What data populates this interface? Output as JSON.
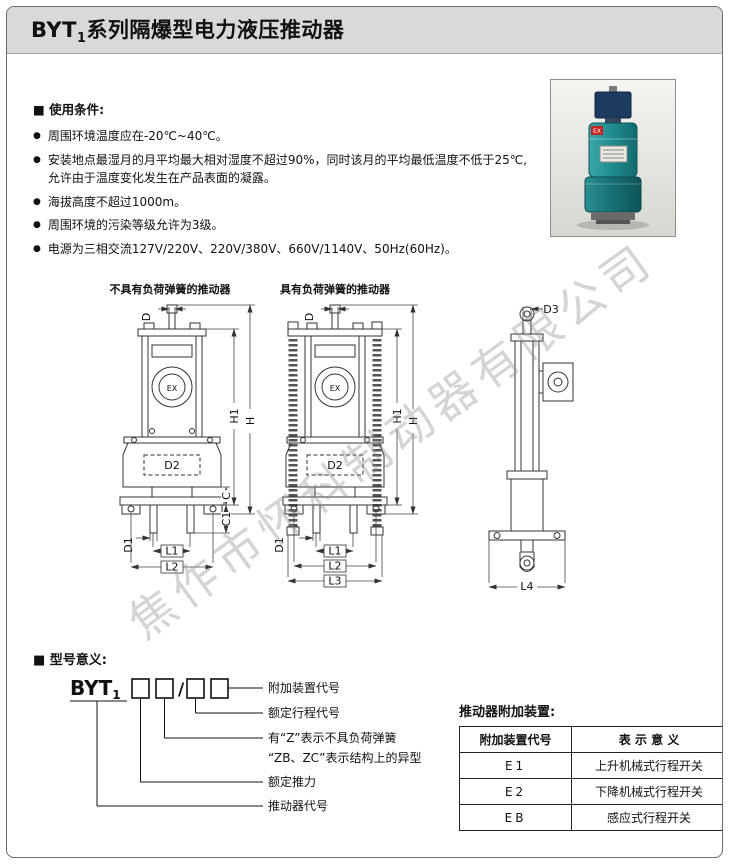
{
  "header": {
    "title_prefix": "BYT",
    "title_sub": "1",
    "title_rest": "系列隔爆型电力液压推动器"
  },
  "photo": {
    "badge": "EX"
  },
  "conditions": {
    "heading": "■ 使用条件:",
    "bullet": "●",
    "items": [
      "周围环境温度应在-20℃~40℃。",
      "安装地点最湿月的月平均最大相对湿度不超过90%，同时该月的平均最低温度不低于25℃,允许由于温度变化发生在产品表面的凝露。",
      "海拔高度不超过1000m。",
      "周围环境的污染等级允许为3级。",
      "电源为三相交流127V/220V、220V/380V、660V/1140V、50Hz(60Hz)。"
    ]
  },
  "drawings": {
    "caption_left": "不具有负荷弹簧的推动器",
    "caption_right": "具有负荷弹簧的推动器",
    "ex_label": "EX",
    "dims": {
      "d": "D",
      "h1": "H1",
      "h": "H",
      "d2": "D2",
      "d1": "D1",
      "l1": "L1",
      "l2": "L2",
      "l3": "L3",
      "c": "C",
      "c1": "C1",
      "d3": "D3",
      "l4": "L4"
    }
  },
  "watermark": {
    "text": "焦作市怀科制动器有限公司"
  },
  "model": {
    "heading": "■ 型号意义:",
    "prefix": "BYT",
    "prefix_sub": "1",
    "slash": "/",
    "callouts": [
      "附加装置代号",
      "额定行程代号",
      "有“Z”表示不具负荷弹簧",
      "“ZB、ZC”表示结构上的异型",
      "额定推力",
      "推动器代号"
    ]
  },
  "attachments": {
    "title": "推动器附加装置:",
    "headers": [
      "附加装置代号",
      "表 示 意 义"
    ],
    "rows": [
      [
        "E1",
        "上升机械式行程开关"
      ],
      [
        "E2",
        "下降机械式行程开关"
      ],
      [
        "EB",
        "感应式行程开关"
      ]
    ]
  }
}
